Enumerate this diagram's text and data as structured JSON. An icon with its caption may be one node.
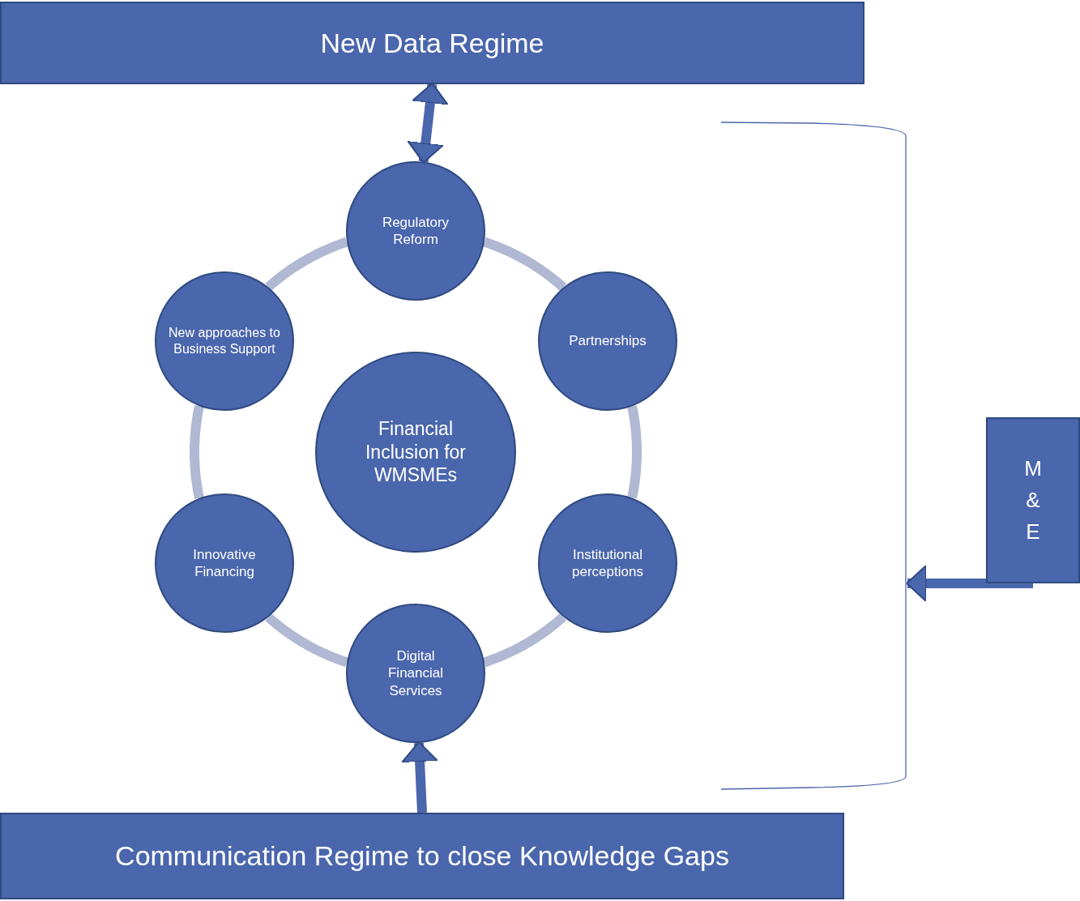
{
  "diagram": {
    "nodes": [
      {
        "text": [
          "New Data Regime"
        ]
      },
      {
        "text": [
          "Regulatory Reform"
        ]
      },
      {
        "text": [
          "Partnerships"
        ]
      },
      {
        "text": [
          "Institutional perceptions"
        ]
      },
      {
        "text": [
          "Digital Financial Services"
        ]
      },
      {
        "text": [
          "Innovative Financing"
        ]
      },
      {
        "text": [
          "New approaches to Business Support"
        ]
      },
      {
        "text": [
          "Financial Inclusion for WMSMEs"
        ]
      },
      {
        "text": [
          "Communication Regime to close Knowledge Gaps"
        ]
      },
      {
        "text": [
          "M & E"
        ]
      },
      {
        "text": [],
        "shape": "bracket"
      }
    ],
    "edges": [
      {
        "from": 0,
        "to": 1,
        "arrow": "both",
        "color": "#4a66ac"
      },
      {
        "from": 8,
        "to": 4,
        "arrow": "to",
        "color": "#4a66ac"
      },
      {
        "from": 9,
        "to": 10,
        "arrow": "to",
        "color": "#4a66ac"
      },
      {
        "from": 1,
        "to": 2,
        "arrow": "none"
      },
      {
        "from": 2,
        "to": 3,
        "arrow": "none"
      },
      {
        "from": 3,
        "to": 4,
        "arrow": "none"
      },
      {
        "from": 4,
        "to": 5,
        "arrow": "none"
      },
      {
        "from": 5,
        "to": 6,
        "arrow": "none"
      },
      {
        "from": 6,
        "to": 1,
        "arrow": "none"
      }
    ]
  }
}
